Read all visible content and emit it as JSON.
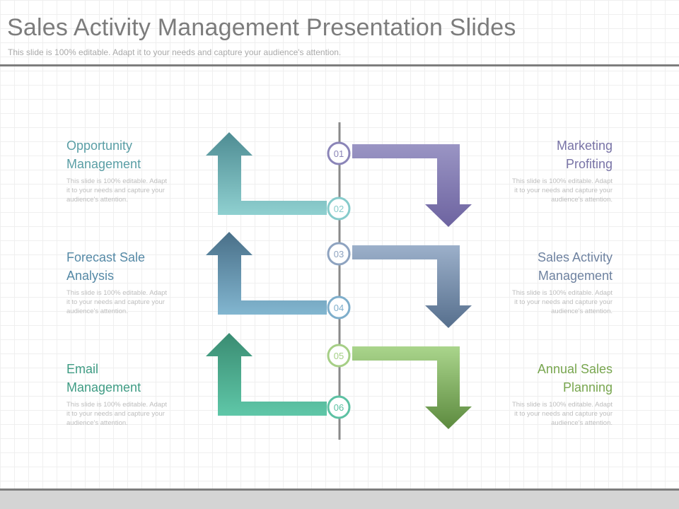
{
  "header": {
    "title": "Sales Activity Management Presentation Slides",
    "subtitle": "This slide is 100% editable. Adapt it to your needs and capture your audience's attention."
  },
  "steps": [
    {
      "num": "01",
      "heading_lines": [
        "Marketing",
        "Profiting"
      ],
      "body_lines": [
        "This slide is 100% editable. Adapt",
        "it to your needs and capture your",
        "audience's attention."
      ],
      "color": "#8b85b8",
      "side": "right"
    },
    {
      "num": "02",
      "heading_lines": [
        "Opportunity",
        "Management"
      ],
      "body_lines": [
        "This slide is 100% editable. Adapt",
        "it to your needs and capture your",
        "audience's attention."
      ],
      "color": "#86cbcb",
      "side": "left"
    },
    {
      "num": "03",
      "heading_lines": [
        "Sales Activity",
        "Management"
      ],
      "body_lines": [
        "This slide is 100% editable. Adapt",
        "it to your needs and capture your",
        "audience's attention."
      ],
      "color": "#8ea3c0",
      "side": "right"
    },
    {
      "num": "04",
      "heading_lines": [
        "Forecast Sale",
        "Analysis"
      ],
      "body_lines": [
        "This slide is 100% editable. Adapt",
        "it to your needs and capture your",
        "audience's attention."
      ],
      "color": "#7eaecb",
      "side": "left"
    },
    {
      "num": "05",
      "heading_lines": [
        "Annual Sales",
        "Planning"
      ],
      "body_lines": [
        "This slide is 100% editable. Adapt",
        "it to your needs and capture your",
        "audience's attention."
      ],
      "color": "#a6cf86",
      "side": "right"
    },
    {
      "num": "06",
      "heading_lines": [
        "Email",
        "Management"
      ],
      "body_lines": [
        "This slide is 100% editable. Adapt",
        "it to your needs and capture your",
        "audience's attention."
      ],
      "color": "#5cc1a3",
      "side": "left"
    }
  ],
  "colors": {
    "arrow_right_1_light": "#8b85b8",
    "arrow_right_1_dark": "#6d63a0",
    "arrow_left_2_light": "#8fd0d0",
    "arrow_left_2_dark": "#5b9ea4",
    "arrow_right_3_light": "#93a8c4",
    "arrow_right_3_dark": "#5f7a98",
    "arrow_left_4_light": "#82b6d0",
    "arrow_left_4_dark": "#4f7e98",
    "arrow_right_5_light": "#a9d38a",
    "arrow_right_5_dark": "#6a9a4a",
    "arrow_left_6_light": "#5cc4a6",
    "arrow_left_6_dark": "#3f9a80",
    "heading_left_1": "#5a9ea5",
    "heading_left_2": "#5589a6",
    "heading_left_3": "#3f9c84",
    "heading_right_1": "#7873a6",
    "heading_right_2": "#6e82a0",
    "heading_right_3": "#78a64f"
  }
}
